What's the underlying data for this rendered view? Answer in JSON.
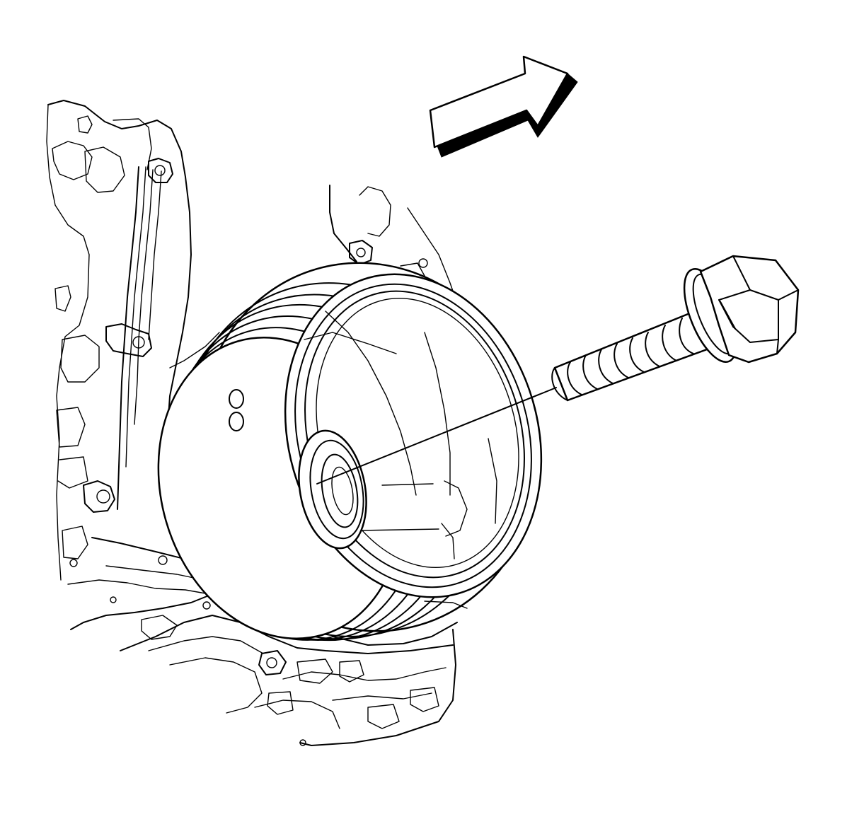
{
  "figure": {
    "type": "line-art technical illustration",
    "subject_parts": [
      "engine-block",
      "crankshaft-balancer-pulley",
      "balancer-bolt",
      "direction-arrow"
    ]
  },
  "colors": {
    "background": "#ffffff",
    "line": "#000000",
    "arrow_shadow": "#000000"
  },
  "icons": {
    "direction": "direction-arrow-icon",
    "bolt": "hex-flange-bolt-icon"
  }
}
